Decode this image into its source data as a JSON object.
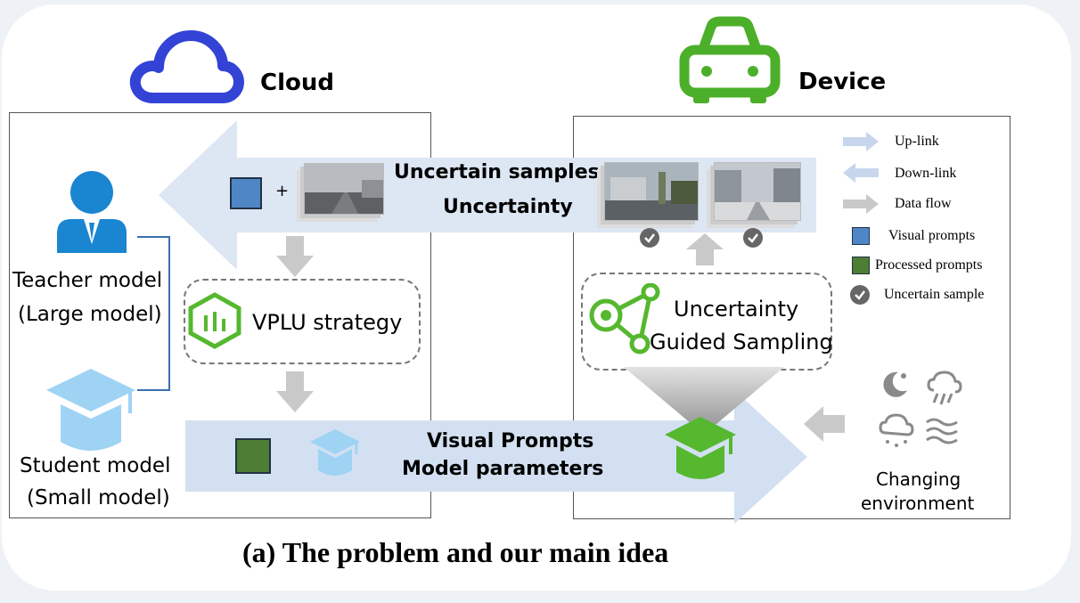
{
  "caption": "(a) The problem and our main idea",
  "cloud": {
    "title": "Cloud",
    "teacher_line1": "Teacher model",
    "teacher_line2": "(Large model)",
    "student_line1": "Student model",
    "student_line2": "(Small model)",
    "strategy": "VPLU strategy",
    "plus": "+"
  },
  "device": {
    "title": "Device",
    "sampling_line1": "Uncertainty",
    "sampling_line2": "Guided Sampling",
    "env_line1": "Changing",
    "env_line2": "environment"
  },
  "uplink": {
    "line1": "Uncertain samples",
    "line2": "Uncertainty"
  },
  "downlink": {
    "line1": "Visual Prompts",
    "line2": "Model parameters"
  },
  "legend": [
    {
      "icon": "up-link-arrow-icon",
      "label": "Up-link"
    },
    {
      "icon": "down-link-arrow-icon",
      "label": "Down-link"
    },
    {
      "icon": "data-flow-arrow-icon",
      "label": "Data flow"
    },
    {
      "icon": "visual-prompt-square-icon",
      "label": "Visual prompts"
    },
    {
      "icon": "processed-prompt-square-icon",
      "label": "Processed prompts"
    },
    {
      "icon": "check-circle-icon",
      "label": "Uncertain sample"
    }
  ],
  "colors": {
    "uplink_arrow": "#dde6f3",
    "downlink_arrow": "#d3e0f1",
    "data_flow": "#c9c9c9",
    "visual_prompt": "#4f86c6",
    "processed_prompt": "#4e7d34",
    "cloud_icon": "#3343d6",
    "car_icon": "#4caf2a",
    "person_icon": "#1a85d0",
    "student_cap": "#9fd3f4",
    "green_accent": "#55b82f"
  }
}
